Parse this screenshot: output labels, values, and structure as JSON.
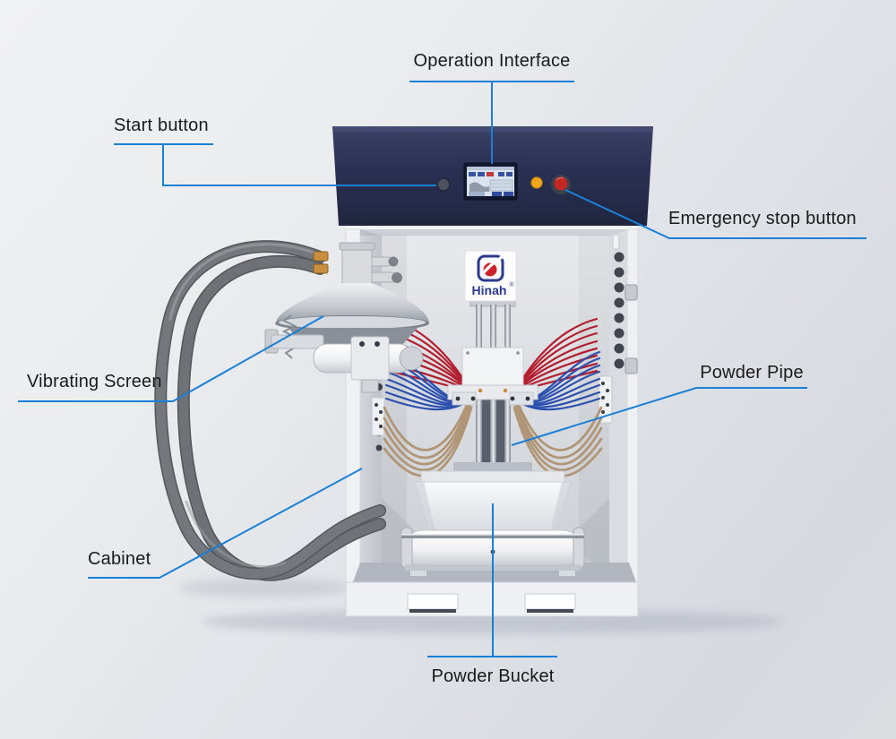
{
  "labels": {
    "operation_interface": "Operation Interface",
    "start_button": "Start button",
    "emergency_stop_button": "Emergency stop button",
    "vibrating_screen": "Vibrating Screen",
    "powder_pipe": "Powder Pipe",
    "cabinet": "Cabinet",
    "powder_bucket": "Powder Bucket"
  },
  "logo": {
    "text": "Hinah",
    "registered_mark": "®"
  },
  "colors": {
    "leader_line": "#1b7fd6",
    "label_text": "#1a1a1a",
    "hood_navy": "#2a3052",
    "estop_red": "#c32724",
    "indicator_yellow": "#f2a71b",
    "start_button_gray": "#4c515d",
    "tube_red": "#b31f2e",
    "tube_blue": "#2b50ae",
    "tube_tan": "#b09677",
    "hose_gray": "#6e7176",
    "logo_blue": "#2b3a8c",
    "logo_red": "#cc2128"
  }
}
